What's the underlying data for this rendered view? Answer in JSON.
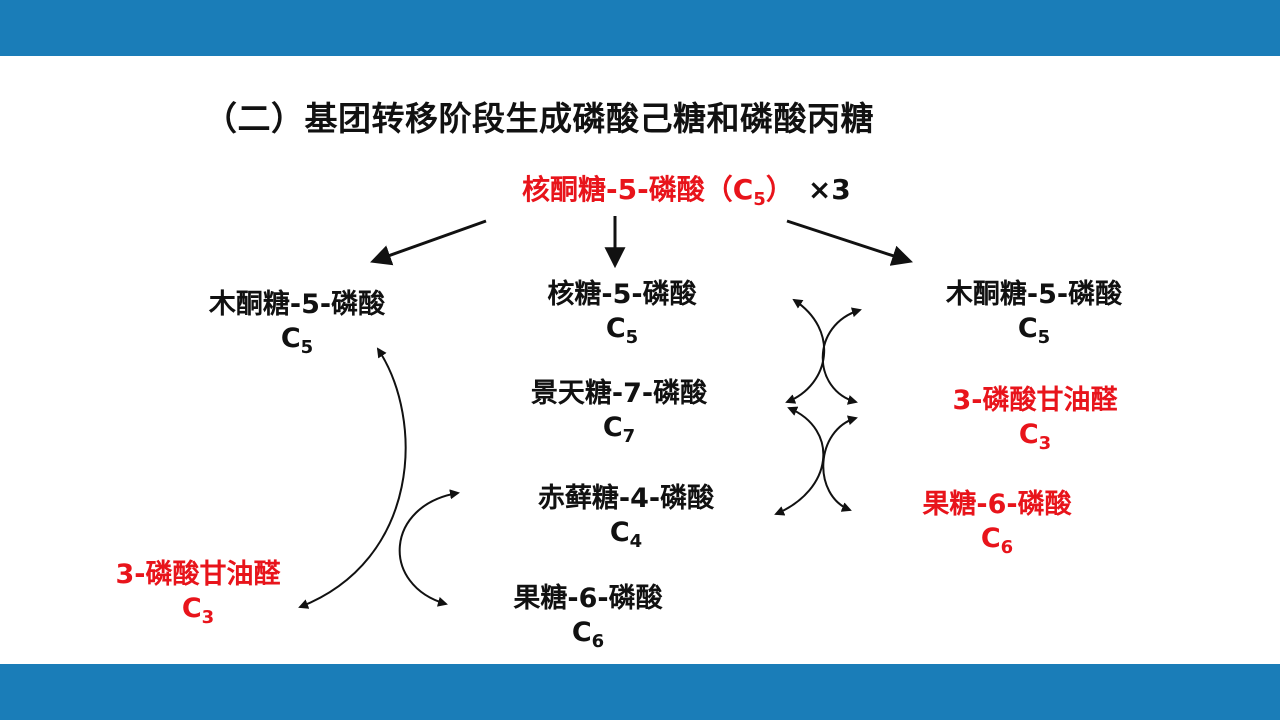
{
  "title": "（二）基团转移阶段生成磷酸己糖和磷酸丙糖",
  "top_node": {
    "name": "核酮糖-5-磷酸（C",
    "sub": "5",
    "close": "）",
    "times": "×3",
    "color": "#e8141b"
  },
  "left_top": {
    "name": "木酮糖-5-磷酸",
    "c": "C",
    "n": "5"
  },
  "left_bottom": {
    "name": "3-磷酸甘油醛",
    "c": "C",
    "n": "3"
  },
  "middle": [
    {
      "name": "核糖-5-磷酸",
      "c": "C",
      "n": "5"
    },
    {
      "name": "景天糖-7-磷酸",
      "c": "C",
      "n": "7"
    },
    {
      "name": "赤藓糖-4-磷酸",
      "c": "C",
      "n": "4"
    },
    {
      "name": "果糖-6-磷酸",
      "c": "C",
      "n": "6"
    }
  ],
  "right": [
    {
      "name": "木酮糖-5-磷酸",
      "c": "C",
      "n": "5"
    },
    {
      "name": "3-磷酸甘油醛",
      "c": "C",
      "n": "3"
    },
    {
      "name": "果糖-6-磷酸",
      "c": "C",
      "n": "6"
    }
  ],
  "colors": {
    "bar": "#1a7db8",
    "highlight": "#e8141b",
    "text": "#111111"
  }
}
